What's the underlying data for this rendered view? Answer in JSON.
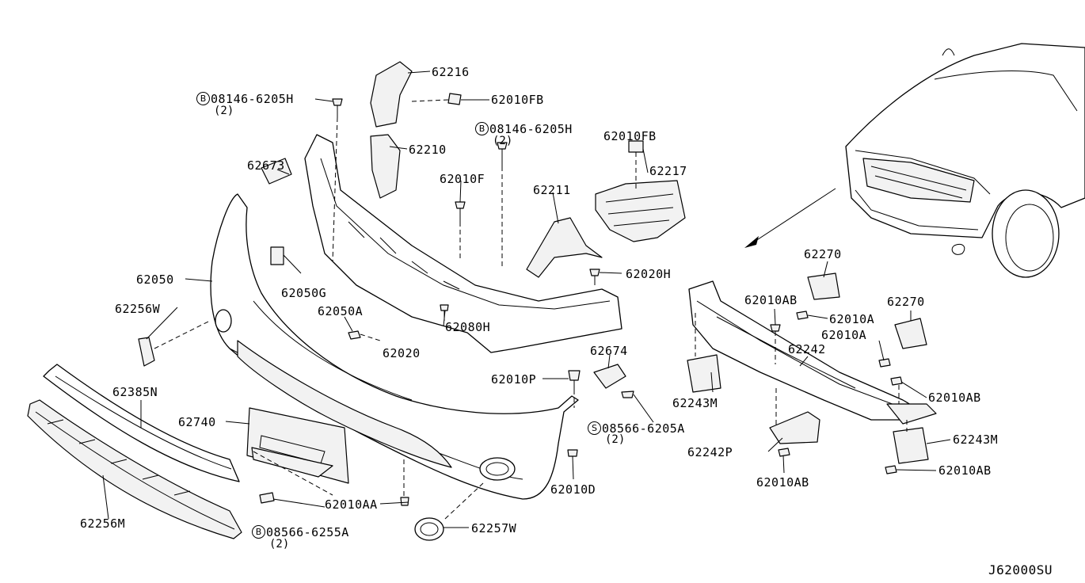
{
  "labels": {
    "p62216": "62216",
    "p62010FB_a": "62010FB",
    "p62210": "62210",
    "p08146_a": "08146-6205H",
    "p08146_a_qty": "(2)",
    "p08146_a_sym": "B",
    "p08146_b": "08146-6205H",
    "p08146_b_qty": "(2)",
    "p08146_b_sym": "B",
    "p62010FB_b": "62010FB",
    "p62217": "62217",
    "p62673": "62673",
    "p62010F": "62010F",
    "p62211": "62211",
    "p62020H": "62020H",
    "p62050G": "62050G",
    "p62050": "62050",
    "p62050A": "62050A",
    "p62256W": "62256W",
    "p62080H": "62080H",
    "p62020": "62020",
    "p62674": "62674",
    "p62010P": "62010P",
    "p08566_a": "08566-6205A",
    "p08566_a_qty": "(2)",
    "p08566_a_sym": "S",
    "p62385N": "62385N",
    "p62740": "62740",
    "p62010D": "62010D",
    "p62010AA": "62010AA",
    "p08566_b": "08566-6255A",
    "p08566_b_qty": "(2)",
    "p08566_b_sym": "B",
    "p62257W": "62257W",
    "p62256M": "62256M",
    "p62270_a": "62270",
    "p62270_b": "62270",
    "p62010AB_a": "62010AB",
    "p62010A_a": "62010A",
    "p62010A_b": "62010A",
    "p62242": "62242",
    "p62243M_a": "62243M",
    "p62010AB_b": "62010AB",
    "p62242P": "62242P",
    "p62243M_b": "62243M",
    "p62010AB_c": "62010AB",
    "p62010AB_d": "62010AB"
  },
  "diagram_code": "J62000SU"
}
